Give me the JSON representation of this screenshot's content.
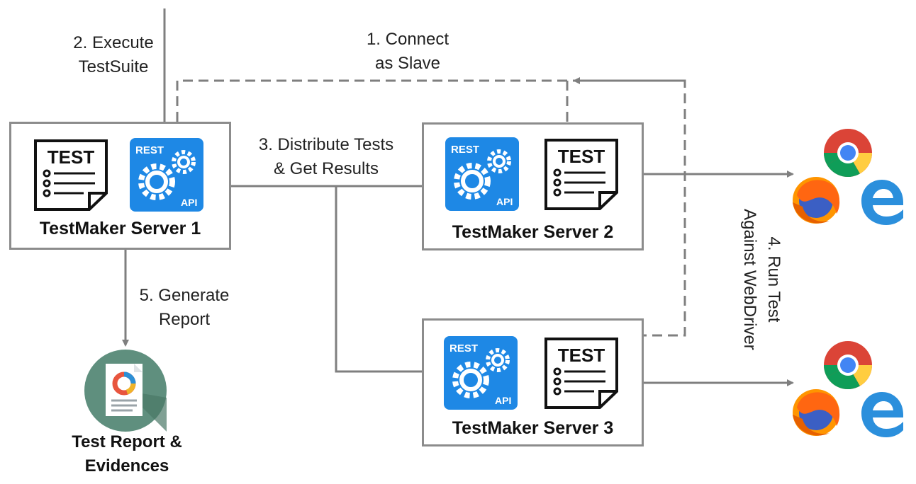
{
  "servers": {
    "server1": {
      "name": "TestMaker Server 1",
      "doc_label": "TEST",
      "api_top": "REST",
      "api_bottom": "API"
    },
    "server2": {
      "name": "TestMaker Server 2",
      "doc_label": "TEST",
      "api_top": "REST",
      "api_bottom": "API"
    },
    "server3": {
      "name": "TestMaker Server 3",
      "doc_label": "TEST",
      "api_top": "REST",
      "api_bottom": "API"
    }
  },
  "steps": {
    "step1": [
      "1. Connect",
      "as Slave"
    ],
    "step2": [
      "2. Execute",
      "TestSuite"
    ],
    "step3": [
      "3. Distribute Tests",
      "& Get Results"
    ],
    "step4": [
      "4. Run Test",
      "Against WebDriver"
    ],
    "step5": [
      "5. Generate",
      "Report"
    ]
  },
  "report": {
    "label": [
      "Test Report &",
      "Evidences"
    ]
  },
  "browsers": [
    "chrome-icon",
    "firefox-icon",
    "edge-icon"
  ],
  "colors": {
    "arrow": "#7f7f7f",
    "api_blue": "#1e88e5",
    "border": "#8c8c8c",
    "report_circle": "#5f8f7e"
  }
}
